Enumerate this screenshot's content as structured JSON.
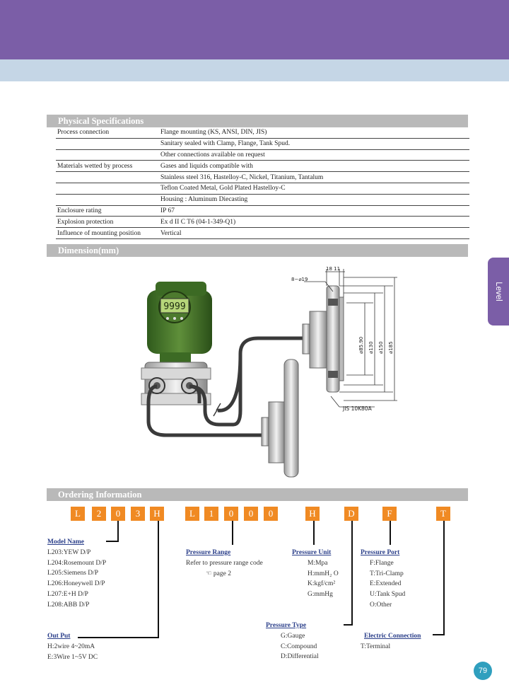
{
  "physical_specs": {
    "title": "Physical Specifications",
    "rows": [
      {
        "label": "Process connection",
        "value": "Flange mounting (KS, ANSI, DIN, JIS)"
      },
      {
        "label": "",
        "value": "Sanitary sealed with Clamp, Flange, Tank Spud."
      },
      {
        "label": "",
        "value": "Other connections available on request"
      },
      {
        "label": "Materials wetted by process",
        "value": "Gases and liquids compatible with"
      },
      {
        "label": "",
        "value": "Stainless steel 316, Hastelloy-C, Nickel, Titanium, Tantalum"
      },
      {
        "label": "",
        "value": "Teflon Coated Metal, Gold Plated Hastelloy-C"
      },
      {
        "label": "",
        "value": "Housing : Aluminum Diecasting"
      },
      {
        "label": "Enclosure rating",
        "value": "IP 67"
      },
      {
        "label": "Explosion protection",
        "value": "Ex d II C T6 (04-1-349-Q1)"
      },
      {
        "label": "Influence of mounting position",
        "value": "Vertical"
      }
    ]
  },
  "dimension": {
    "title": "Dimension(mm)",
    "display": "9999",
    "labels": {
      "holes": "8−⌀19",
      "thickness": "18 11",
      "d1": "⌀85.90",
      "d2": "⌀130",
      "d3": "⌀150",
      "d4": "⌀185",
      "standard": "JIS 10K80A"
    }
  },
  "side_tab": "Level",
  "ordering": {
    "title": "Ordering Information",
    "code": [
      "L",
      "2",
      "0",
      "3",
      "H",
      "L",
      "1",
      "0",
      "0",
      "0",
      "H",
      "D",
      "F",
      "T"
    ],
    "model_name": {
      "heading": "Model Name",
      "items": [
        "L203:YEW D/P",
        "L204:Rosemount D/P",
        "L205:Siemens D/P",
        "L206:Honeywell D/P",
        "L207:E+H D/P",
        "L208:ABB D/P"
      ]
    },
    "output": {
      "heading": "Out Put",
      "items": [
        "H:2wire 4~20mA",
        "E:3Wire 1~5V DC"
      ]
    },
    "pressure_range": {
      "heading": "Pressure Range",
      "line1": "Refer to pressure range code",
      "line2": "☜ page 2"
    },
    "pressure_unit": {
      "heading": "Pressure Unit",
      "items": [
        "M:Mpa",
        "H:mmH₂ O",
        "K:kgf/cm²",
        "G:mmHg"
      ]
    },
    "pressure_port": {
      "heading": "Pressure Port",
      "items": [
        "F:Flange",
        "T:Tri-Clamp",
        "E:Extended",
        "U:Tank Spud",
        "O:Other"
      ]
    },
    "pressure_type": {
      "heading": "Pressure Type",
      "items": [
        "G:Gauge",
        "C:Compound",
        "D:Differential"
      ]
    },
    "electric_connection": {
      "heading": "Electric Connection",
      "items": [
        "T:Terminal"
      ]
    }
  },
  "page_number": "79",
  "colors": {
    "band": "#7b5ea7",
    "subband": "#c5d6e6",
    "section": "#b9b9b9",
    "code_box": "#f08a23",
    "heading": "#2b3f8a",
    "badge": "#2f9fbe"
  }
}
